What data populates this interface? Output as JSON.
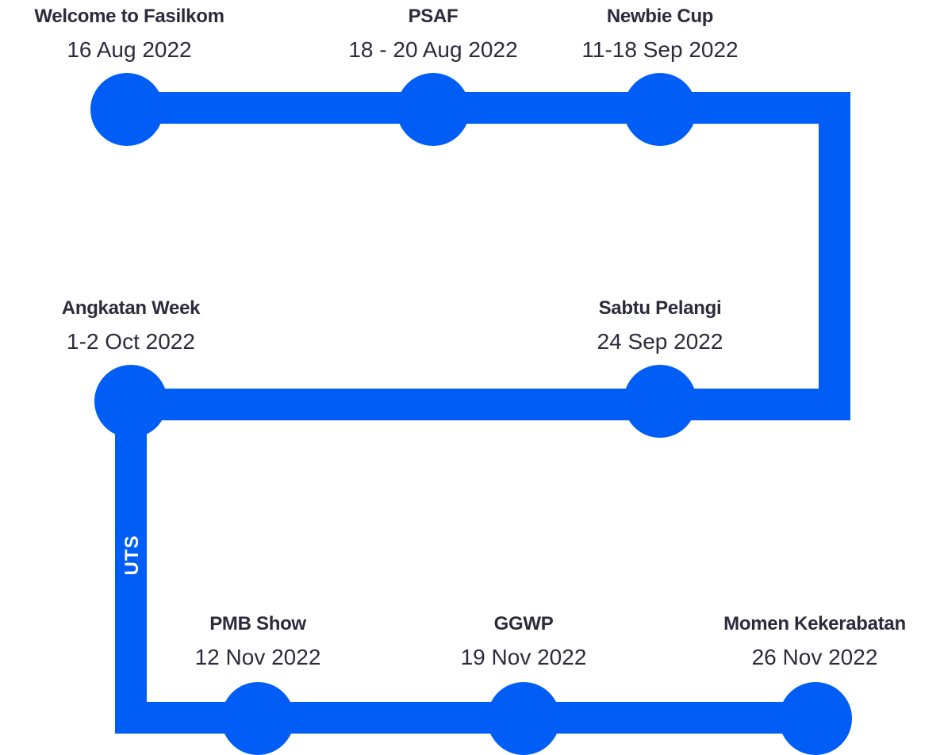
{
  "colors": {
    "accent": "#005ef7",
    "text": "#2b2b3c",
    "on_accent": "#ffffff"
  },
  "events": [
    {
      "title": "Welcome to Fasilkom",
      "date": "16 Aug 2022"
    },
    {
      "title": "PSAF",
      "date": "18 - 20 Aug  2022"
    },
    {
      "title": "Newbie Cup",
      "date": "11-18 Sep 2022"
    },
    {
      "title": "Sabtu Pelangi",
      "date": "24 Sep 2022"
    },
    {
      "title": "Angkatan Week",
      "date": "1-2 Oct 2022"
    },
    {
      "title": "PMB Show",
      "date": "12 Nov 2022"
    },
    {
      "title": "GGWP",
      "date": "19 Nov 2022"
    },
    {
      "title": "Momen Kekerabatan",
      "date": "26 Nov 2022"
    }
  ],
  "path_label": "UTS"
}
